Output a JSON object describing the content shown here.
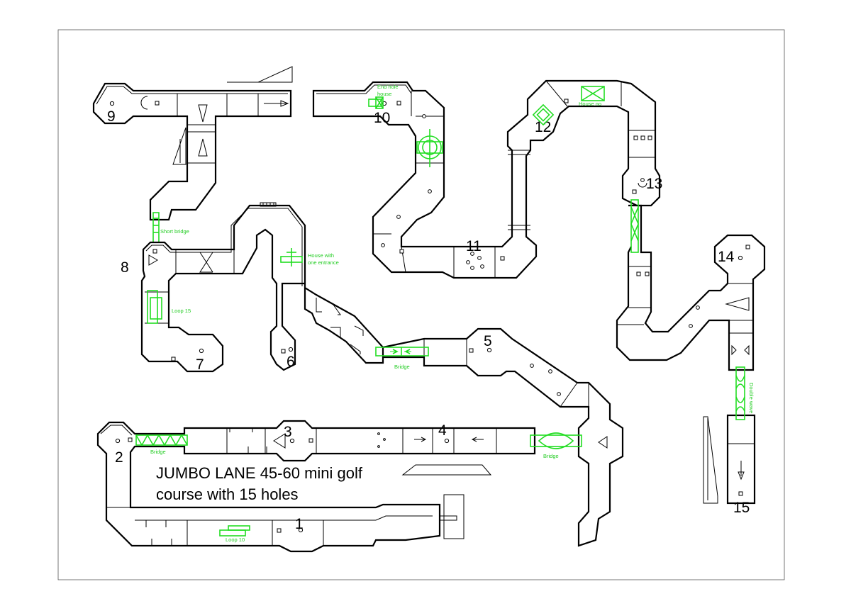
{
  "title": {
    "line1": "JUMBO LANE 45-60 mini golf",
    "line2": "course with 15 holes"
  },
  "holes": [
    "1",
    "2",
    "3",
    "4",
    "5",
    "6",
    "7",
    "8",
    "9",
    "10",
    "11",
    "12",
    "13",
    "14",
    "15"
  ],
  "obstacles": {
    "short_bridge": "Short bridge",
    "house_one_entrance_1": "House with",
    "house_one_entrance_2": "one entrance",
    "loop_15": "Loop 15",
    "loop_10": "Loop 10",
    "bridge_2": "Bridge",
    "bridge_5": "Bridge",
    "bridge_4": "Bridge",
    "end_hole_house_1": "End hole",
    "end_hole_house_2": "house",
    "house_no": "House no",
    "double_wave": "Double wave"
  },
  "colors": {
    "track": "#000000",
    "obstacle": "#22dd22",
    "background": "#ffffff"
  }
}
